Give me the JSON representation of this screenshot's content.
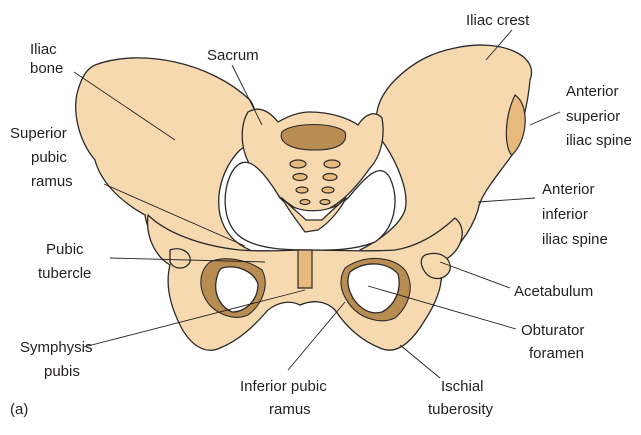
{
  "labels": {
    "iliac_bone": [
      "Iliac",
      "bone"
    ],
    "sacrum": "Sacrum",
    "iliac_crest": "Iliac crest",
    "asis": [
      "Anterior",
      "superior",
      "iliac spine"
    ],
    "superior_pubic_ramus": [
      "Superior",
      "pubic",
      "ramus"
    ],
    "aiis": [
      "Anterior",
      "inferior",
      "iliac spine"
    ],
    "pubic_tubercle": [
      "Pubic",
      "tubercle"
    ],
    "acetabulum": "Acetabulum",
    "obturator_foramen": [
      "Obturator",
      "foramen"
    ],
    "symphysis_pubis": [
      "Symphysis",
      "pubis"
    ],
    "inferior_pubic_ramus": [
      "Inferior pubic",
      "ramus"
    ],
    "ischial_tuberosity": [
      "Ischial",
      "tuberosity"
    ],
    "panel": "(a)"
  },
  "colors": {
    "bone": "#f7d9b0",
    "bone_shade": "#e7b97c",
    "bone_deep": "#b98c52",
    "outline": "#2a2a2a"
  }
}
